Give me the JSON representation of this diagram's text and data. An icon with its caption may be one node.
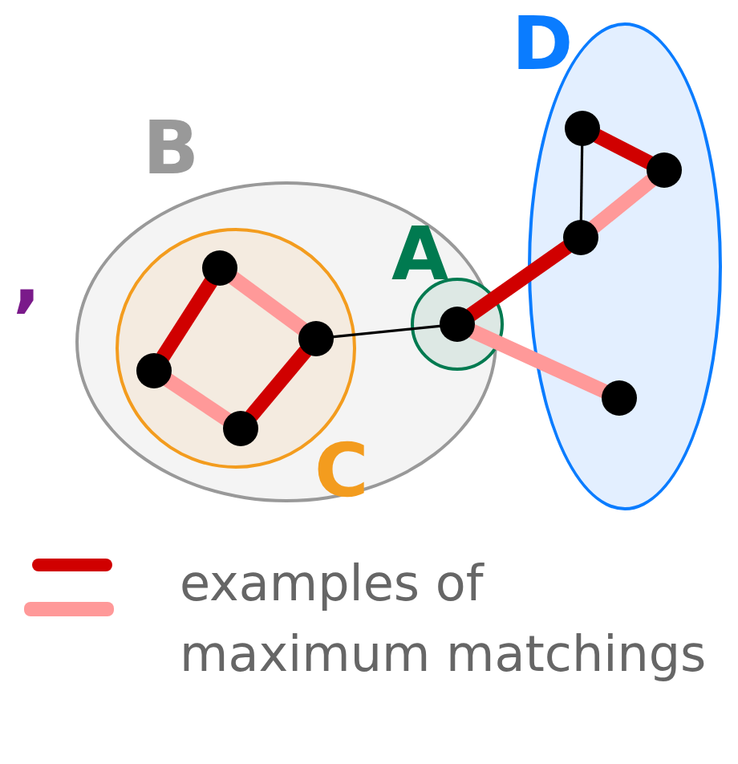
{
  "diagram": {
    "nodes": [
      {
        "text": [
          "B"
        ]
      },
      {
        "text": [
          "C"
        ],
        "in": 0
      },
      {
        "text": [],
        "shape": "circle",
        "in": 1
      },
      {
        "text": [],
        "shape": "circle",
        "in": 1
      },
      {
        "text": [],
        "shape": "circle",
        "in": 1
      },
      {
        "text": [],
        "shape": "circle",
        "in": 1
      },
      {
        "text": [
          "A"
        ],
        "in": 0
      },
      {
        "text": [],
        "shape": "circle",
        "in": 6
      },
      {
        "text": [
          "D"
        ]
      },
      {
        "text": [],
        "shape": "circle",
        "in": 8
      },
      {
        "text": [],
        "shape": "circle",
        "in": 8
      },
      {
        "text": [],
        "shape": "circle",
        "in": 8
      },
      {
        "text": [],
        "shape": "circle",
        "in": 8
      }
    ],
    "edges": [
      {
        "from": 2,
        "to": 4,
        "arrow": "none",
        "color": "#d00000"
      },
      {
        "from": 2,
        "to": 3,
        "arrow": "none",
        "color": "#ff9999"
      },
      {
        "from": 4,
        "to": 5,
        "arrow": "none",
        "color": "#ff9999"
      },
      {
        "from": 3,
        "to": 5,
        "arrow": "none",
        "color": "#d00000"
      },
      {
        "from": 3,
        "to": 7,
        "arrow": "none",
        "color": "#000000"
      },
      {
        "from": 7,
        "to": 11,
        "arrow": "none",
        "color": "#d00000"
      },
      {
        "from": 7,
        "to": 12,
        "arrow": "none",
        "color": "#ff9999"
      },
      {
        "from": 11,
        "to": 10,
        "arrow": "none",
        "color": "#ff9999"
      },
      {
        "from": 9,
        "to": 10,
        "arrow": "none",
        "color": "#d00000"
      },
      {
        "from": 9,
        "to": 11,
        "arrow": "none",
        "color": "#000000"
      }
    ],
    "labels": [
      ","
    ],
    "legend": [
      {
        "text": "examples of maximum matchings",
        "color": "#d00000"
      }
    ]
  }
}
